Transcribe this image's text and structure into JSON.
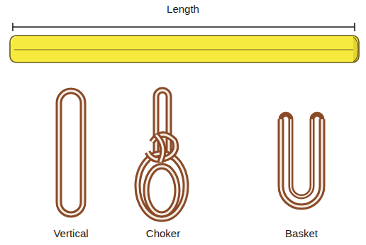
{
  "diagram": {
    "labels": [
      "Length",
      "Vertical",
      "Choker",
      "Basket"
    ]
  }
}
